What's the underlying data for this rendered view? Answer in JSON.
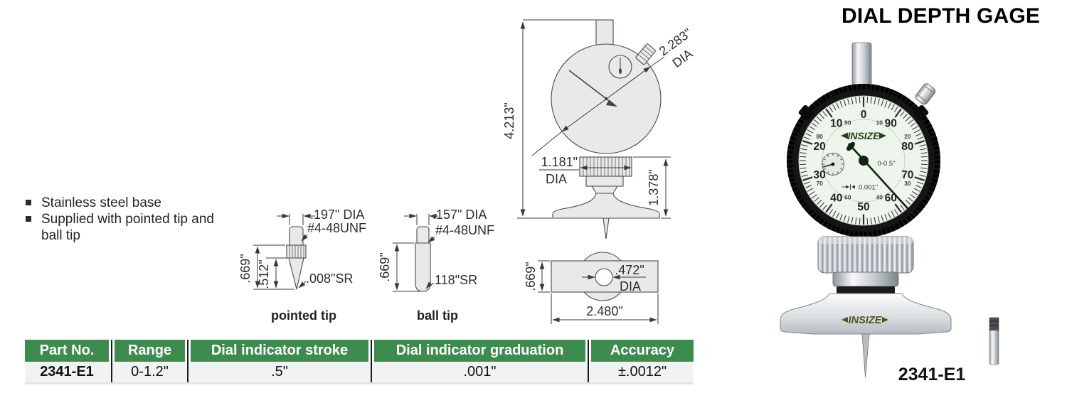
{
  "page": {
    "title": "DIAL DEPTH GAGE",
    "product_code": "2341-E1"
  },
  "features": {
    "items": [
      "Stainless steel base",
      "Supplied with pointed tip and ball tip"
    ]
  },
  "drawings": {
    "main": {
      "overall_height": "4.213\"",
      "dial_dia": "2.283\"",
      "dial_dia_unit": "DIA",
      "stem_dia": "1.181\"",
      "stem_dia_unit": "DIA",
      "base_height": "1.378\"",
      "base_depth": ".669\"",
      "hole_dia": ".472\"",
      "hole_dia_unit": "DIA",
      "base_width": "2.480\""
    },
    "pointed_tip": {
      "label": "pointed tip",
      "dia": ".197\" DIA",
      "thread": "#4-48UNF",
      "length": ".669\"",
      "tip_length": ".512\"",
      "tip_radius": ".008\"SR"
    },
    "ball_tip": {
      "label": "ball tip",
      "dia": ".157\" DIA",
      "thread": "#4-48UNF",
      "length": ".669\"",
      "tip_radius": ".118\"SR"
    }
  },
  "photo": {
    "brand": "INSIZE",
    "dial": {
      "range_label": "0-0.5\"",
      "graduation_label": "0.001\"",
      "numbers": [
        {
          "angle": 0,
          "big": "0"
        },
        {
          "angle": 36,
          "big": "90",
          "small": "10",
          "small_pos": "left"
        },
        {
          "angle": 72,
          "big": "80",
          "small": "20",
          "small_pos": "above"
        },
        {
          "angle": 108,
          "big": "70",
          "small": "30",
          "small_pos": "below"
        },
        {
          "angle": 144,
          "big": "60",
          "small": "40",
          "small_pos": "left"
        },
        {
          "angle": 180,
          "big": "50"
        },
        {
          "angle": 216,
          "big": "40",
          "small": "60",
          "small_pos": "right"
        },
        {
          "angle": 252,
          "big": "30",
          "small": "70",
          "small_pos": "below"
        },
        {
          "angle": 288,
          "big": "20",
          "small": "80",
          "small_pos": "above"
        },
        {
          "angle": 324,
          "big": "10",
          "small": "90",
          "small_pos": "right"
        }
      ]
    },
    "caption": "2341-E1"
  },
  "table": {
    "headers": [
      "Part No.",
      "Range",
      "Dial indicator stroke",
      "Dial indicator graduation",
      "Accuracy"
    ],
    "rows": [
      [
        "2341-E1",
        "0-1.2\"",
        ".5\"",
        ".001\"",
        "±.0012\""
      ]
    ]
  },
  "colors": {
    "header-green": "#3e8b50",
    "table-body-bg": "#f2f2f2",
    "logo-green": "#25401d",
    "base-logo-green": "#4e5720",
    "face-mint": "#eef5ec",
    "drawing-fill": "#e8e9ea"
  }
}
